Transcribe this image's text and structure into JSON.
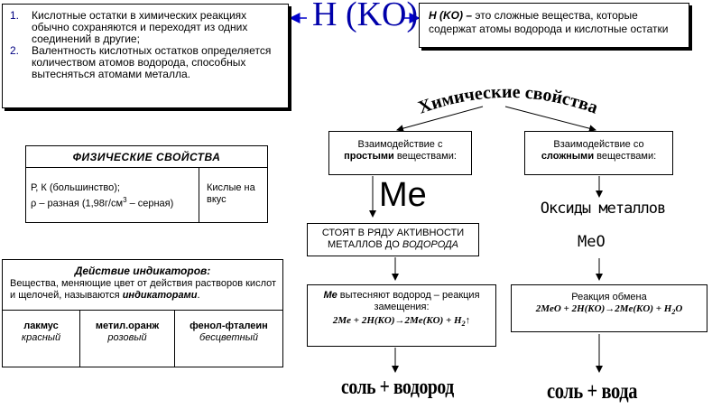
{
  "formula": "H (KO)",
  "definition": {
    "term": "H (KO) –",
    "text": "это сложные вещества, которые содержат атомы водорода и кислотные остатки"
  },
  "properties": [
    {
      "num": "1.",
      "text": "Кислотные остатки в химических реакциях обычно сохраняются и переходят из одних соединений в другие;"
    },
    {
      "num": "2.",
      "text": "Валентность кислотных остатков определяется количеством атомов водорода, способных вытесняться атомами металла."
    }
  ],
  "physical": {
    "title": "ФИЗИЧЕСКИЕ СВОЙСТВА",
    "state_line1": "Р, К (большинство);",
    "state_line2_prefix": "ρ – разная (1,98г/см",
    "state_line2_sup": "3",
    "state_line2_suffix": " – серная)",
    "taste": "Кислые на вкус"
  },
  "indicators": {
    "title": "Действие индикаторов:",
    "desc_prefix": "Вещества, меняющие цвет от действия растворов кислот и щелочей, называются ",
    "desc_term": "индикаторами",
    "desc_suffix": ".",
    "items": [
      {
        "name": "лакмус",
        "color": "красный"
      },
      {
        "name": "метил.оранж",
        "color": "розовый"
      },
      {
        "name": "фенол-фталеин",
        "color": "бесцветный"
      }
    ]
  },
  "chemical": {
    "title": "Химические свойства",
    "simple_box": {
      "line1": "Взаимодействие с",
      "bold": "простыми",
      "rest": " веществами:"
    },
    "complex_box": {
      "line1": "Взаимодействие со",
      "bold": "сложными",
      "rest": " веществами:"
    },
    "me_label": "Me",
    "activity_line1": "СТОЯТ В РЯДУ АКТИВНОСТИ",
    "activity_line2_prefix": "МЕТАЛЛОВ ДО ",
    "activity_line2_italic": "ВОДОРОДА",
    "oxides_label": "Оксиды металлов",
    "meo_label": "MeO",
    "substitution": {
      "me": "Me",
      "text": " вытесняют водород – реакция замещения:",
      "eq_prefix": "2Me + 2H(KO)",
      "eq_mid": "2Me(KO) + H",
      "eq_sub": "2",
      "eq_up": "↑"
    },
    "exchange": {
      "text": "Реакция  обмена",
      "eq_prefix": "2MeO + 2H(KO)",
      "eq_mid": "2Me(KO) + H",
      "eq_sub": "2",
      "eq_suffix": "O"
    },
    "result_left": "соль + водород",
    "result_right": "соль + вода"
  }
}
